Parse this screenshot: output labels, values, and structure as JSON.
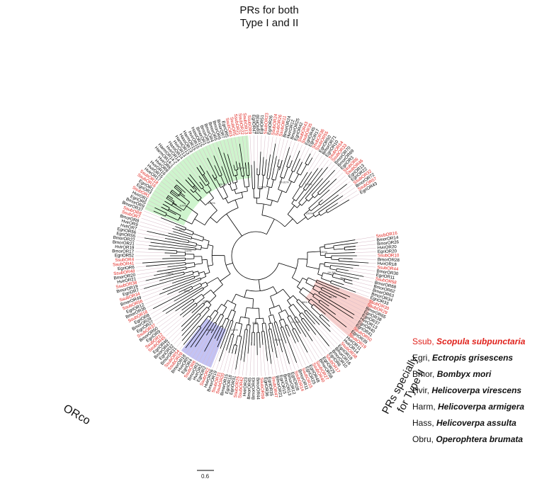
{
  "clade_labels": {
    "top": [
      "PRs for both",
      "Type I and II"
    ],
    "right": [
      "PRs specially",
      "for Type II"
    ],
    "left": "ORco"
  },
  "highlight_colors": {
    "green": "#c6f2c4",
    "red": "#f7c9c6",
    "blue": "#b9b9f2",
    "ssub_text": "#e0211b"
  },
  "legend": [
    {
      "code": "Ssub",
      "species": "Scopula subpunctaria",
      "highlight": true
    },
    {
      "code": "Egri",
      "species": "Ectropis grisescens",
      "highlight": false
    },
    {
      "code": "Bmor",
      "species": "Bombyx mori",
      "highlight": false
    },
    {
      "code": "Hvir",
      "species": "Helicoverpa virescens",
      "highlight": false
    },
    {
      "code": "Harm",
      "species": "Helicoverpa armigera",
      "highlight": false
    },
    {
      "code": "Hass",
      "species": "Helicoverpa assulta",
      "highlight": false
    },
    {
      "code": "Obru",
      "species": "Operophtera brumata",
      "highlight": false
    }
  ],
  "scale_bar": {
    "label": "0.6"
  },
  "bootstrap_labels": [
    "100%",
    "99.2%",
    "96.7%",
    "88%",
    "97.2%",
    "98.8%",
    "86%",
    "100%",
    "99.8%",
    "100%",
    "95%",
    "100%",
    "100%",
    "87%",
    "100%",
    "100%",
    "93.6%",
    "100%",
    "100%",
    "99.81%",
    "100%",
    "100%"
  ],
  "tips": [
    "SsubOR16",
    "BmorOR14",
    "BmorOR26",
    "HvirOR20",
    "EgriOR20",
    "SsubOR10",
    "BmorOR28",
    "HvirOR18",
    "SsubOR44",
    "BmorOR30",
    "EgriOR11",
    "SsubOR58",
    "BmorOR68",
    "BmorOR62",
    "BmorOR63",
    "BmorOR34",
    "EgriOR33",
    "SsubOR30",
    "SsubOR29",
    "BmorOR65",
    "EgriOR38",
    "EgriOR37",
    "HvirOR13",
    "EgriOR40",
    "EgriOR41",
    "SsubOR50",
    "EgriOR39",
    "SsubOR19",
    "HvirOR11",
    "HvirOR14",
    "SsubOR38",
    "EgriOR19",
    "BmorOR16",
    "BmorOR10",
    "EgriOR6",
    "SsubOR17",
    "EgriOR29",
    "BmorOR58",
    "SsubOR27",
    "SsubOR40",
    "EgriOR48",
    "EgriOR25",
    "SsubOR15",
    "BmorOR11",
    "SsubOR14",
    "EgriOR28",
    "BmorOR12",
    "BmorOR13",
    "EgriOR15",
    "BmorOR21",
    "SsubOR47",
    "EgriOR35",
    "EgriOR36",
    "SsubOR59",
    "BmorOR44",
    "BmorOR43",
    "BmorOR45",
    "HvirOR23",
    "SsubOR42",
    "SsubOR25",
    "EgriOR31",
    "EgriOR18",
    "BmorOR15",
    "SsubOR20",
    "SsubOR31",
    "BmorOR19",
    "HvirOR26",
    "SsubOR2",
    "EgriOR2",
    "HvirOR2",
    "BmorOR2",
    "SsubOR8",
    "EgriOR4",
    "HvirOR5",
    "BmorOR18",
    "SsubOR28",
    "SsubOR54",
    "BmorOR31",
    "EgriOR32",
    "BmorOR47",
    "EgriOR46",
    "SsubOR45",
    "SsubOR12",
    "EgriOR9",
    "BmorOR60",
    "SsubOR37",
    "EgriOR27",
    "BmorOR29",
    "EgriOR8",
    "SsubOR18",
    "BmorOR36",
    "EgriOR12",
    "SsubOR56",
    "BmorOR49",
    "SsubOR34",
    "EgriOR7",
    "BmorOR19",
    "SsubOR38",
    "HvirOR21",
    "BmorOR20",
    "SsubOR48",
    "EgriOR6",
    "SsubOR41",
    "SsubOR4",
    "EgriOR52",
    "BmorOR17",
    "HvirOR19",
    "BmorOR21",
    "BmorOR22",
    "EgriOR55",
    "EgriOR56",
    "HvirOR7",
    "HvirOR9",
    "BmorOR8",
    "SsubOR7",
    "SsubOR8",
    "BmorOR37",
    "BmorOR9",
    "EgriOR5",
    "HvirOR1",
    "SsubOR1",
    "EgriOR3",
    "EgriOR1",
    "SsubOR16",
    "SsubOR18",
    "HvirOR17",
    "HvirOR15",
    "HvirOR16",
    "HvirOR8",
    "HvirOR6",
    "HarmOR14-1",
    "HarmOR14-2",
    "HvirOR14",
    "HassOR14",
    "HvirOR13",
    "HarmOR13",
    "HassOR13",
    "HarmOR15",
    "HvirOR15",
    "HassOR15",
    "BmorOR1",
    "BmorOR3",
    "BmorOR4",
    "BmorOR5",
    "BmorOR6",
    "BmorOR7",
    "EgriOR5",
    "SsubOR3",
    "SsubOR5",
    "SsubOR21",
    "SsubOR22",
    "SsubOR13",
    "SsubOR9",
    "EgriOR47",
    "EgriOR30",
    "EgriOR51",
    "SsubOR23",
    "EgriOR26",
    "SsubOR24",
    "SsubOR26",
    "SsubOR11",
    "BmorOR24",
    "HvirOR12",
    "BmorOR25",
    "EgriOR42",
    "SsubOR43",
    "SsubOR35",
    "EgriOR45",
    "EgriOR17",
    "SsubOR36",
    "SsubOR55",
    "EgriOR50",
    "BmorOR71",
    "EgriOR10",
    "SsubOR54",
    "SsubOR33",
    "BmorOR70",
    "BmorOR69",
    "EgriOR3",
    "SsubOR6",
    "SsubOR46",
    "EgriOR13",
    "EgriOR22",
    "SsubOR32",
    "BmorOR72",
    "SsubOR57",
    "EgriOR43"
  ]
}
